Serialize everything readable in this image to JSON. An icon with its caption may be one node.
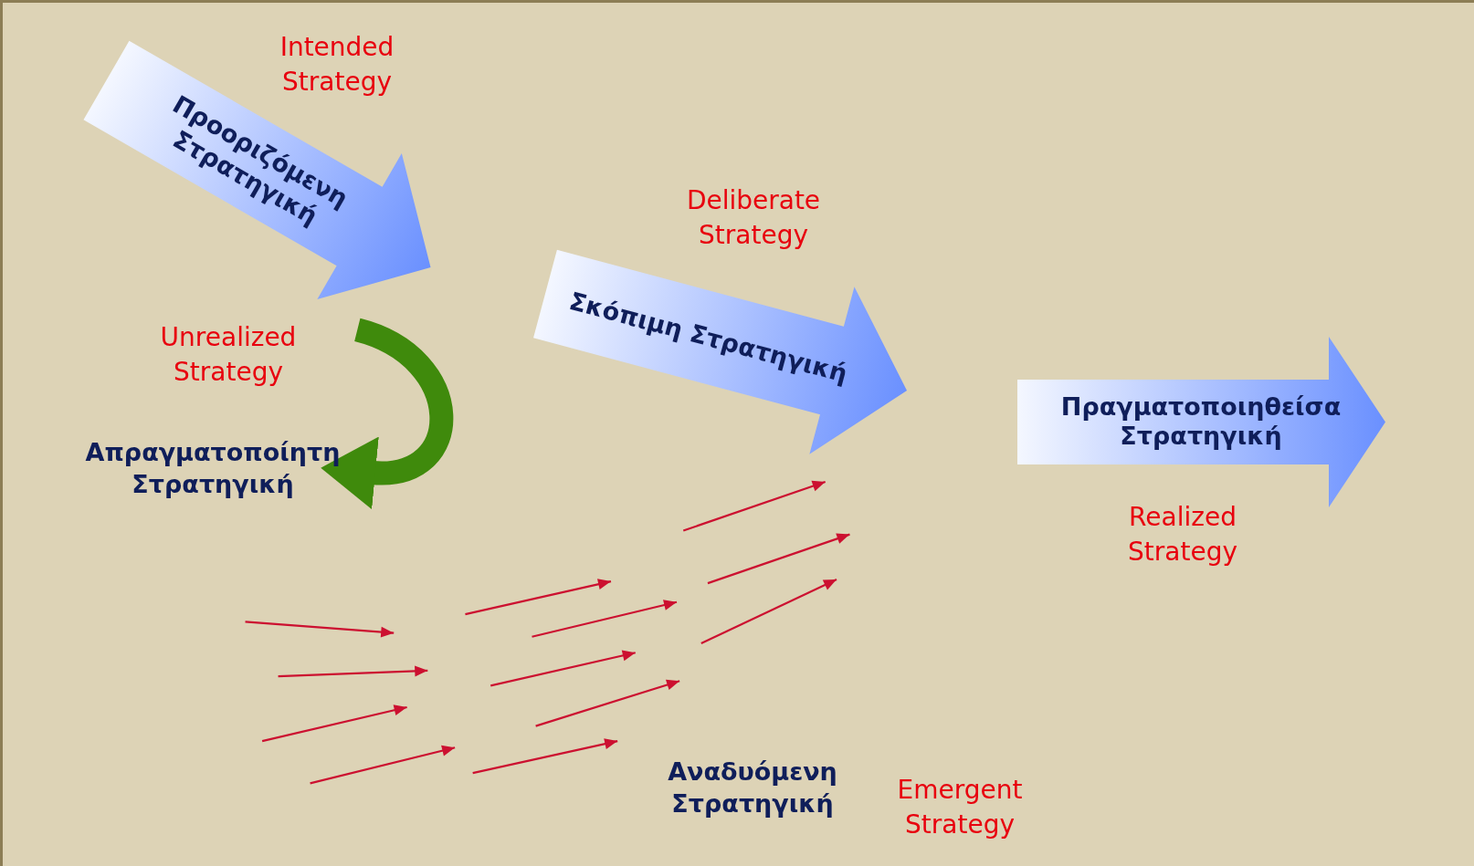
{
  "diagram": {
    "nodes": [
      {
        "text": [
          "Προοριζόμενη Στρατηγική"
        ],
        "beside": [
          "Intended Strategy"
        ]
      },
      {
        "text": [
          "Σκόπιμη Στρατηγική"
        ],
        "beside": [
          "Deliberate Strategy"
        ]
      },
      {
        "text": [
          "Πραγματοποιηθείσα Στρατηγική"
        ],
        "beside": [
          "Realized Strategy"
        ]
      },
      {
        "text": [
          "Απραγματοποίητη Στρατηγική"
        ]
      },
      {
        "text": [
          "Αναδυόμενη Στρατηγική"
        ],
        "beside": [
          "Emergent Strategy"
        ]
      }
    ],
    "edges": [
      {
        "from": 0,
        "to": 3,
        "arrow": "to",
        "color": "#3f8a0c"
      }
    ],
    "labels": [
      "Unrealized Strategy"
    ]
  }
}
